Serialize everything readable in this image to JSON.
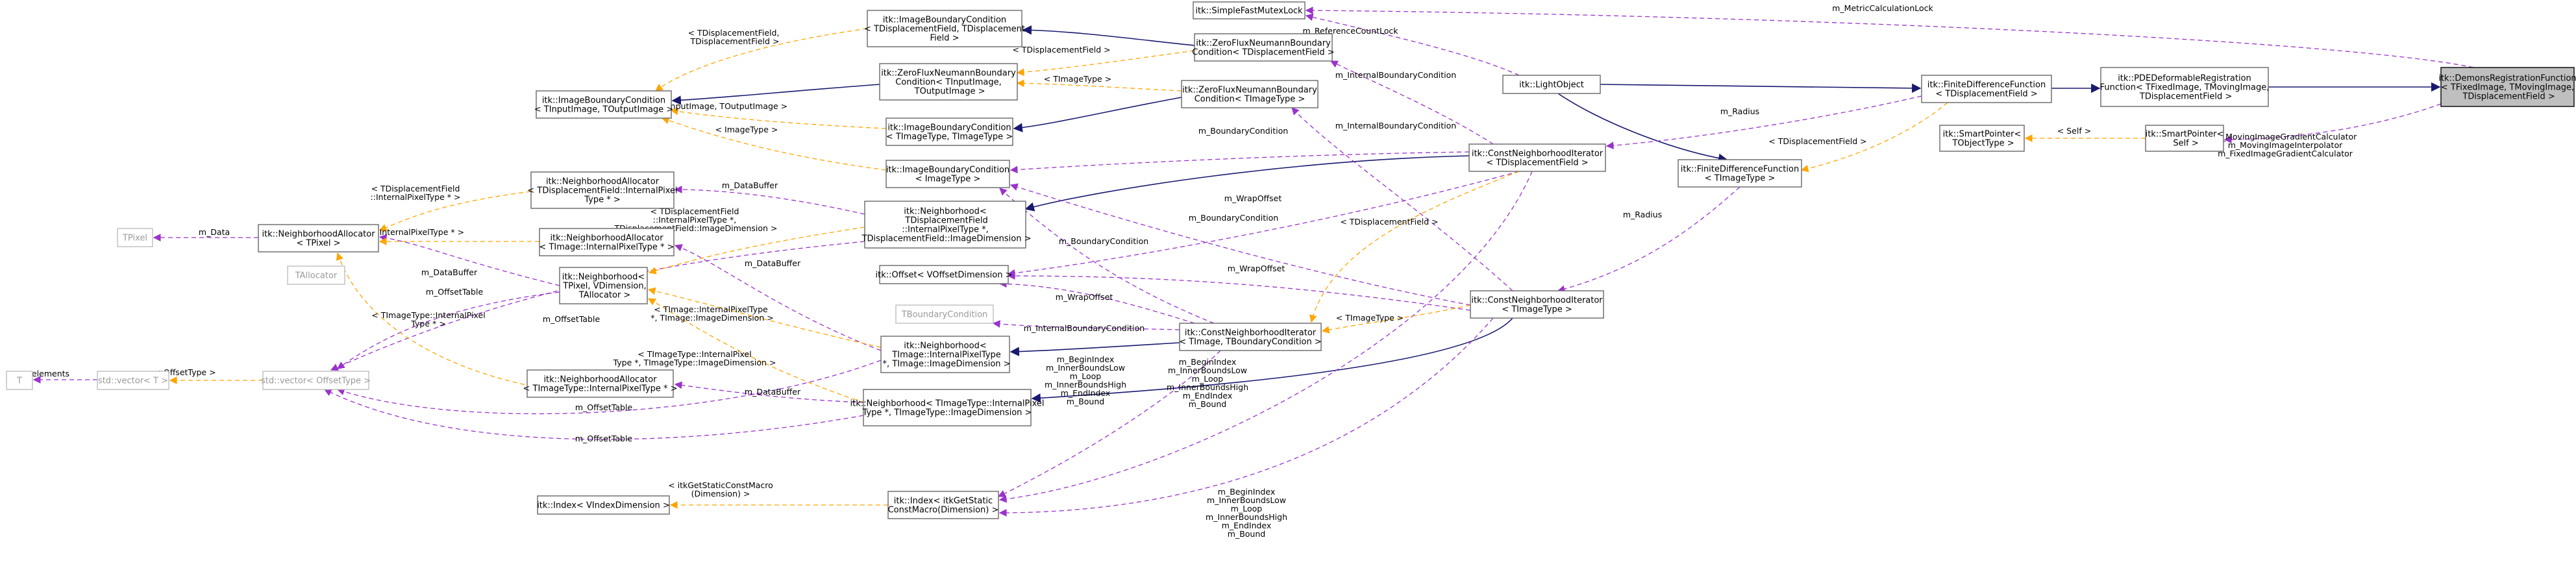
{
  "nodes": {
    "demons": [
      "itk::DemonsRegistrationFunction",
      "< TFixedImage, TMovingImage,",
      " TDisplacementField >"
    ],
    "pde": [
      "itk::PDEDeformableRegistration",
      "Function< TFixedImage, TMovingImage,",
      " TDisplacementField >"
    ],
    "fdf_disp": [
      "itk::FiniteDifferenceFunction",
      "< TDisplacementField >"
    ],
    "fdf_img": [
      "itk::FiniteDifferenceFunction",
      "< TImageType >"
    ],
    "light": [
      "itk::LightObject"
    ],
    "sfml": [
      "itk::SimpleFastMutexLock"
    ],
    "smart_t": [
      "itk::SmartPointer<",
      " TObjectType >"
    ],
    "smart_s": [
      "itk::SmartPointer<",
      " Self >"
    ],
    "ibc_disp": [
      "itk::ImageBoundaryCondition",
      "< TDisplacementField, TDisplacement",
      "Field >"
    ],
    "zfn_disp": [
      "itk::ZeroFluxNeumannBoundary",
      "Condition< TDisplacementField >"
    ],
    "zfn_in_out": [
      "itk::ZeroFluxNeumannBoundary",
      "Condition< TInputImage,",
      " TOutputImage >"
    ],
    "zfn_img": [
      "itk::ZeroFluxNeumannBoundary",
      "Condition< TImageType >"
    ],
    "ibc_in_out": [
      "itk::ImageBoundaryCondition",
      "< TInputImage, TOutputImage >"
    ],
    "ibc_img_img": [
      "itk::ImageBoundaryCondition",
      "< TImageType, TImageType >"
    ],
    "ibc_img": [
      "itk::ImageBoundaryCondition",
      "< ImageType >"
    ],
    "cni_disp": [
      "itk::ConstNeighborhoodIterator",
      "< TDisplacementField >"
    ],
    "cni_img": [
      "itk::ConstNeighborhoodIterator",
      "< TImageType >"
    ],
    "cni_tpl": [
      "itk::ConstNeighborhoodIterator",
      "< TImage, TBoundaryCondition >"
    ],
    "na_disp": [
      "itk::NeighborhoodAllocator",
      "< TDisplacementField::InternalPixel",
      "Type * >"
    ],
    "na_tpixel": [
      "itk::NeighborhoodAllocator",
      "< TPixel >"
    ],
    "na_img": [
      "itk::NeighborhoodAllocator",
      "< TImage::InternalPixelType * >"
    ],
    "na_imgtype": [
      "itk::NeighborhoodAllocator",
      "< TImageType::InternalPixelType * >"
    ],
    "nb_disp": [
      "itk::Neighborhood<",
      " TDisplacementField",
      "::InternalPixelType *,",
      " TDisplacementField::ImageDimension >"
    ],
    "nb_generic": [
      "itk::Neighborhood<",
      " TPixel, VDimension,",
      " TAllocator >"
    ],
    "nb_img": [
      "itk::Neighborhood<",
      " TImage::InternalPixelType",
      " *, TImage::ImageDimension >"
    ],
    "nb_imgtype": [
      "itk::Neighborhood< TImageType::InternalPixel",
      "Type *, TImageType::ImageDimension >"
    ],
    "offset": [
      "itk::Offset< VOffsetDimension >"
    ],
    "tbc": [
      "TBoundaryCondition"
    ],
    "tpixel": [
      "TPixel"
    ],
    "tallocator": [
      "TAllocator"
    ],
    "vec_offset": [
      "std::vector< OffsetType >"
    ],
    "vec_t": [
      "std::vector< T >"
    ],
    "t": [
      "T"
    ],
    "index_v": [
      "itk::Index< VIndexDimension >"
    ],
    "index_static": [
      "itk::Index< itkGetStatic",
      "ConstMacro(Dimension) >"
    ]
  },
  "edge_labels": {
    "metric_lock": [
      "m_MetricCalculationLock"
    ],
    "ref_count_lock": [
      "m_ReferenceCountLock"
    ],
    "demons_members": [
      "m_MovingImageGradientCalculator",
      "m_MovingImageInterpolator",
      "m_FixedImageGradientCalculator"
    ],
    "radius_disp": [
      "m_Radius"
    ],
    "radius_img": [
      "m_Radius"
    ],
    "tdisp_fdf": [
      "< TDisplacementField >"
    ],
    "self": [
      "< Self >"
    ],
    "tdisp_ibc": [
      "< TDisplacementField,",
      " TDisplacementField >"
    ],
    "tdisp_zfn": [
      "< TDisplacementField >"
    ],
    "timgtype_zfn": [
      "< TImageType >"
    ],
    "tin_tout": [
      "< TInputImage, TOutputImage >"
    ],
    "timg_timg": [
      "< TImageType, TImageType >"
    ],
    "imgtype": [
      "< ImageType >"
    ],
    "internal_bc_1": [
      "m_InternalBoundaryCondition"
    ],
    "internal_bc_2": [
      "m_InternalBoundaryCondition"
    ],
    "internal_bc_3": [
      "m_InternalBoundaryCondition"
    ],
    "bc_1": [
      "m_BoundaryCondition"
    ],
    "bc_2": [
      "m_BoundaryCondition"
    ],
    "bc_3": [
      "m_BoundaryCondition"
    ],
    "wrap_1": [
      "m_WrapOffset"
    ],
    "wrap_2": [
      "m_WrapOffset"
    ],
    "wrap_3": [
      "m_WrapOffset"
    ],
    "tdisp_cni": [
      "< TDisplacementField >"
    ],
    "timgtype_cni": [
      "< TImageType >"
    ],
    "databuffer_1": [
      "m_DataBuffer"
    ],
    "databuffer_2": [
      "m_DataBuffer"
    ],
    "databuffer_3": [
      "m_DataBuffer"
    ],
    "databuffer_4": [
      "m_DataBuffer"
    ],
    "data": [
      "m_Data"
    ],
    "offsettable_1": [
      "m_OffsetTable"
    ],
    "offsettable_2": [
      "m_OffsetTable"
    ],
    "offsettable_3": [
      "m_OffsetTable"
    ],
    "offsettable_4": [
      "m_OffsetTable"
    ],
    "tdisp_internal": [
      "< TDisplacementField",
      "::InternalPixelType * >"
    ],
    "timg_internal": [
      "< TImage::InternalPixelType * >"
    ],
    "timgtype_internal": [
      "< TImageType::InternalPixel",
      "Type * >"
    ],
    "tdisp_nb": [
      "< TDisplacementField",
      "::InternalPixelType *,",
      " TDisplacementField::ImageDimension >"
    ],
    "timg_nb": [
      "< TImage::InternalPixelType",
      " *, TImage::ImageDimension >"
    ],
    "timgtype_nb": [
      "< TImageType::InternalPixel",
      "Type *, TImageType::ImageDimension >"
    ],
    "offsettype": [
      "< OffsetType >"
    ],
    "elements": [
      "elements"
    ],
    "getstatic": [
      "< itkGetStaticConstMacro",
      "(Dimension) >"
    ],
    "iter_members_1": [
      "m_BeginIndex",
      "m_InnerBoundsLow",
      "m_Loop",
      "m_InnerBoundsHigh",
      "m_EndIndex",
      "m_Bound"
    ],
    "iter_members_2": [
      "m_BeginIndex",
      "m_InnerBoundsLow",
      "m_Loop",
      "m_InnerBoundsHigh",
      "m_EndIndex",
      "m_Bound"
    ],
    "iter_members_3": [
      "m_BeginIndex",
      "m_InnerBoundsLow",
      "m_Loop",
      "m_InnerBoundsHigh",
      "m_EndIndex",
      "m_Bound"
    ]
  },
  "colors": {
    "inheritance": "#191970",
    "usage": "#9a32cd",
    "template": "#ffa500",
    "highlight_fill": "#bfbfbf"
  }
}
